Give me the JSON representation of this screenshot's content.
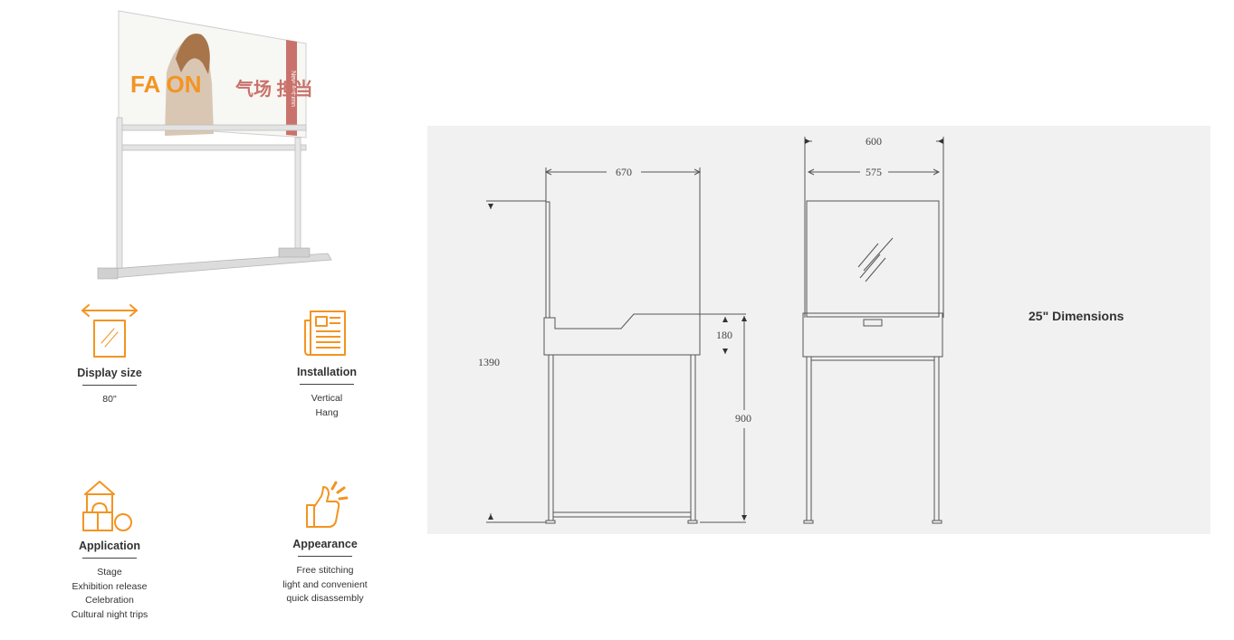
{
  "product": {
    "screen_text_main": "FA      ON",
    "screen_text_cn": "气场 担当",
    "screen_text_vertical": "New Autumn"
  },
  "features": [
    {
      "title": "Display size",
      "lines": [
        "80\""
      ],
      "icon": "display-size-icon"
    },
    {
      "title": "Installation",
      "lines": [
        "Vertical",
        "Hang"
      ],
      "icon": "newspaper-icon"
    },
    {
      "title": "Application",
      "lines": [
        "Stage",
        "Exhibition release",
        "Celebration",
        "Cultural night trips"
      ],
      "icon": "blocks-icon"
    },
    {
      "title": "Appearance",
      "lines": [
        "Free stitching",
        "light and convenient",
        "quick disassembly"
      ],
      "icon": "thumbs-up-icon"
    }
  ],
  "drawing": {
    "title": "25\" Dimensions",
    "dims": {
      "width_side": "670",
      "height_total": "1390",
      "tray_height": "180",
      "leg_height": "900",
      "outer_width": "600",
      "inner_width": "575"
    }
  },
  "colors": {
    "accent": "#f39422",
    "panel_bg": "#f1f1f1",
    "line": "#555555"
  }
}
